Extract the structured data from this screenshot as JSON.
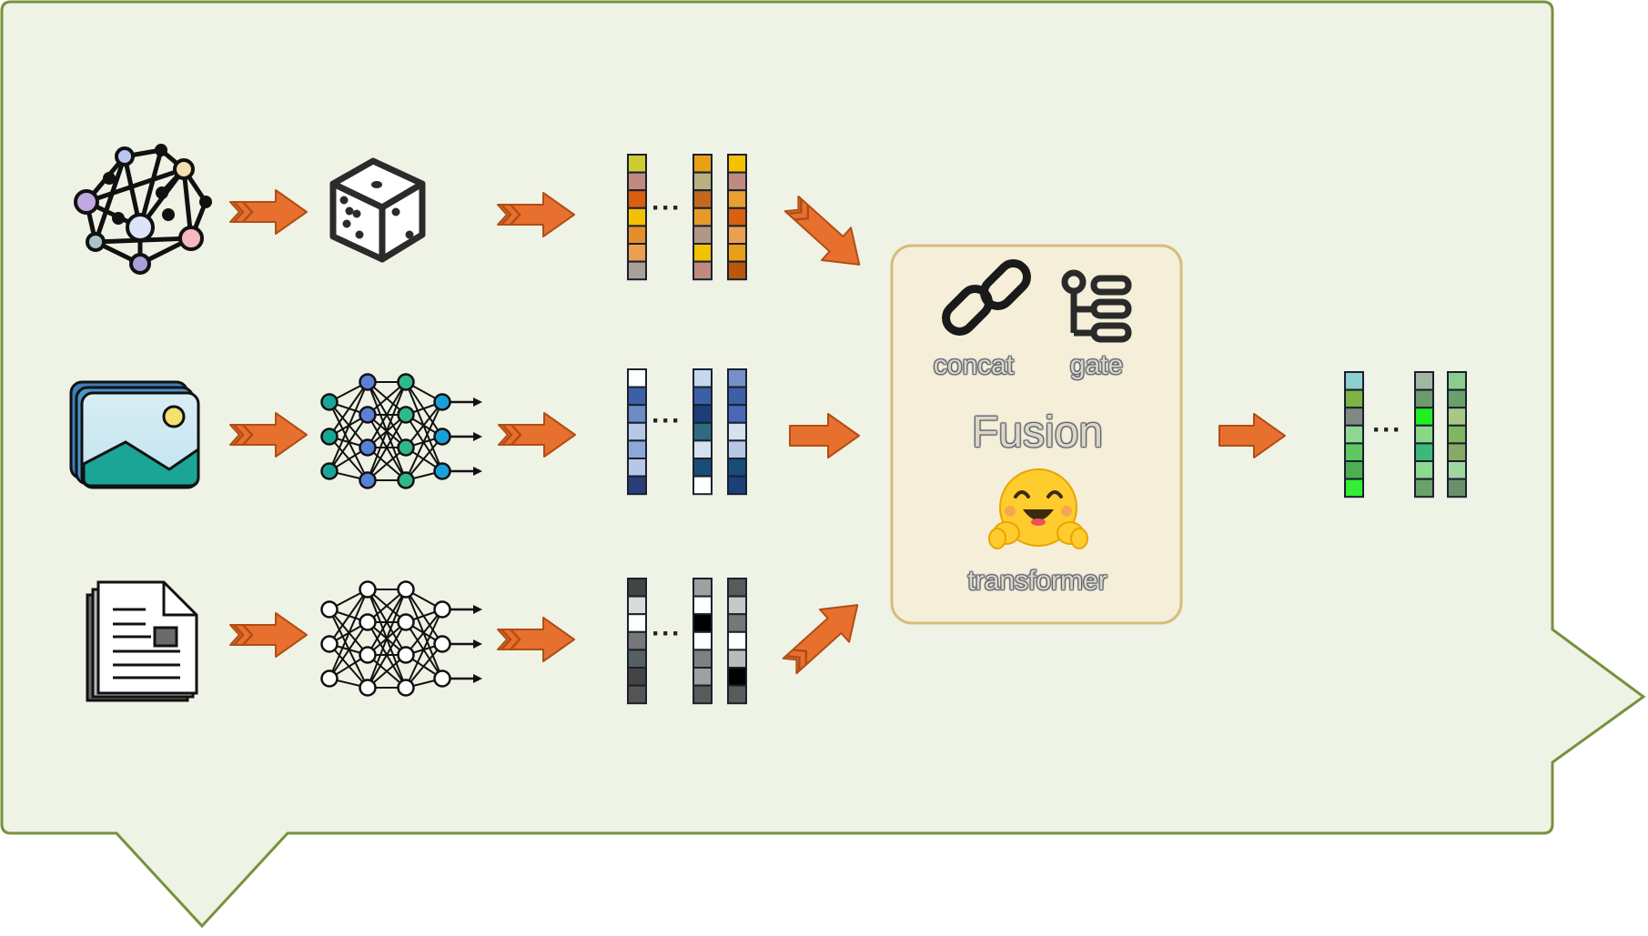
{
  "fusion": {
    "concat_label": "concat",
    "gate_label": "gate",
    "title": "Fusion",
    "transformer_label": "transformer"
  },
  "ellipsis": "···",
  "colors": {
    "panel_fill": "#eef3e5",
    "panel_stroke": "#76923c",
    "fusion_fill": "#f5efd9",
    "fusion_stroke": "#d6bd7b",
    "arrow_fill": "#e8702f",
    "arrow_stroke": "#b24d14"
  },
  "vectors": {
    "row1": [
      [
        "#cccc33",
        "#c08a80",
        "#d86010",
        "#f2c200",
        "#e58f2b",
        "#eaa050",
        "#a9a09a"
      ],
      [
        "#e8a018",
        "#b8b080",
        "#c46820",
        "#e89a28",
        "#b09888",
        "#f2c200",
        "#c08a80"
      ],
      [
        "#f2c200",
        "#c08a80",
        "#e8a030",
        "#d86010",
        "#eaa050",
        "#e8a018",
        "#b85808"
      ]
    ],
    "row2": [
      [
        "#ffffff",
        "#3d5fa8",
        "#6b8cc4",
        "#b7c8e6",
        "#8ca8d8",
        "#b7c8e6",
        "#2b3d78"
      ],
      [
        "#c6d8ee",
        "#3d5fa8",
        "#1c3f7a",
        "#2e6b80",
        "#d5e1ef",
        "#1a4c78",
        "#ffffff"
      ],
      [
        "#7890c8",
        "#3d5fa8",
        "#4a68b8",
        "#d5e1ef",
        "#b7c8e6",
        "#1a4c78",
        "#1c3f7a"
      ]
    ],
    "row3": [
      [
        "#444444",
        "#d8dcd8",
        "#ffffff",
        "#777777",
        "#556060",
        "#444444",
        "#555555"
      ],
      [
        "#a0a0a0",
        "#ffffff",
        "#000000",
        "#ffffff",
        "#808080",
        "#a0a0a0",
        "#5a5a5a"
      ],
      [
        "#5a5a5a",
        "#c8c8c8",
        "#777777",
        "#ffffff",
        "#bbbbbb",
        "#000000",
        "#5a5a5a"
      ]
    ],
    "output": [
      [
        "#8ecfcf",
        "#7cb342",
        "#808a80",
        "#8fd88f",
        "#5fc85f",
        "#4caf50",
        "#33ee33"
      ],
      [
        "#a0b8a0",
        "#6b9a6b",
        "#22ee22",
        "#88d888",
        "#3cb878",
        "#8fd88f",
        "#6aa06a"
      ],
      [
        "#8ccc8c",
        "#6aa06a",
        "#a8c888",
        "#80b860",
        "#8aa868",
        "#9ed89e",
        "#6b8f6b"
      ]
    ]
  }
}
